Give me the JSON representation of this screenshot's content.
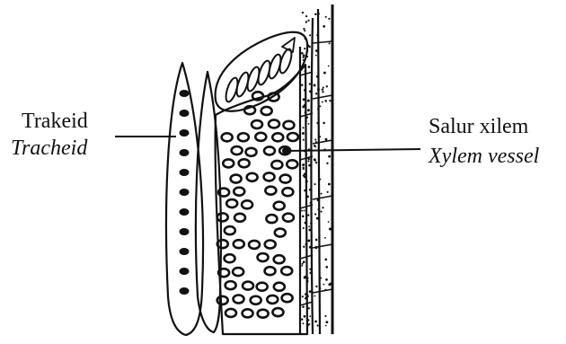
{
  "labels": {
    "left": {
      "primary": "Trakeid",
      "secondary": "Tracheid"
    },
    "right": {
      "primary": "Salur xilem",
      "secondary": "Xylem vessel"
    }
  },
  "colors": {
    "ink": "#111111",
    "background": "#ffffff"
  }
}
